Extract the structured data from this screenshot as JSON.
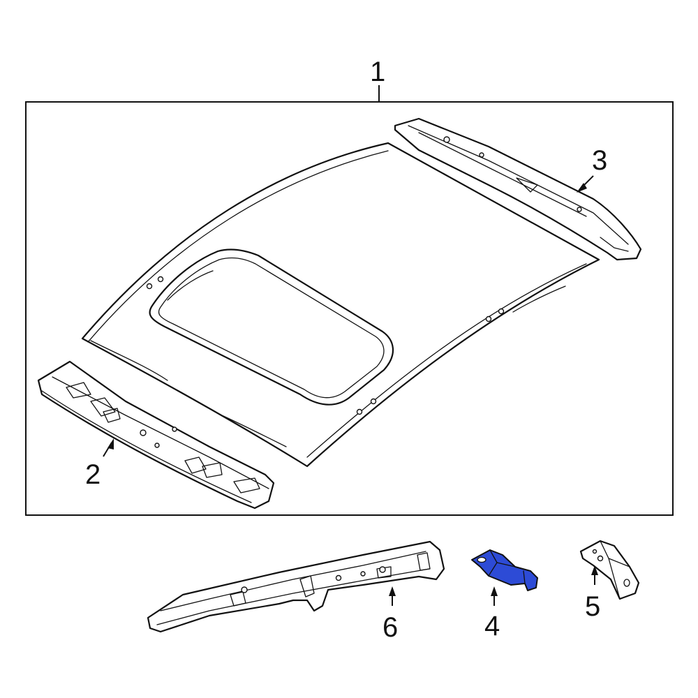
{
  "callouts": [
    {
      "number": "1"
    },
    {
      "number": "2"
    },
    {
      "number": "3"
    },
    {
      "number": "4"
    },
    {
      "number": "5"
    },
    {
      "number": "6"
    }
  ],
  "highlight_color": "#2d4bd6"
}
